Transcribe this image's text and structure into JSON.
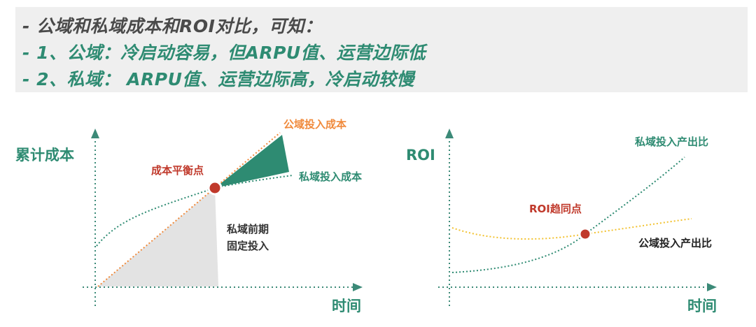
{
  "header": {
    "line1": "- 公域和私域成本和ROI对比，可知：",
    "line2": "- 1、公域：冷启动容易，但ARPU值、运营边际低",
    "line3": "- 2、私域： ARPU值、运营边际高，冷启动较慢"
  },
  "left_chart": {
    "y_axis_title": "累计成本",
    "x_axis_title": "时间",
    "public_cost_label": "公域投入成本",
    "private_cost_label": "私域投入成本",
    "breakeven_label": "成本平衡点",
    "fixed_cost_label_1": "私域前期",
    "fixed_cost_label_2": "固定投入"
  },
  "right_chart": {
    "y_axis_title": "ROI",
    "x_axis_title": "时间",
    "private_roi_label": "私域投入产出比",
    "public_roi_label": "公域投入产出比",
    "intersection_label": "ROI趋同点"
  },
  "colors": {
    "teal": "#2e8b72",
    "orange": "#f08a3c",
    "yellow": "#f2c230",
    "red": "#c0392b",
    "axis": "#3c8a78",
    "gray_fill": "#e3e3e3",
    "header_bg": "#efefef"
  }
}
